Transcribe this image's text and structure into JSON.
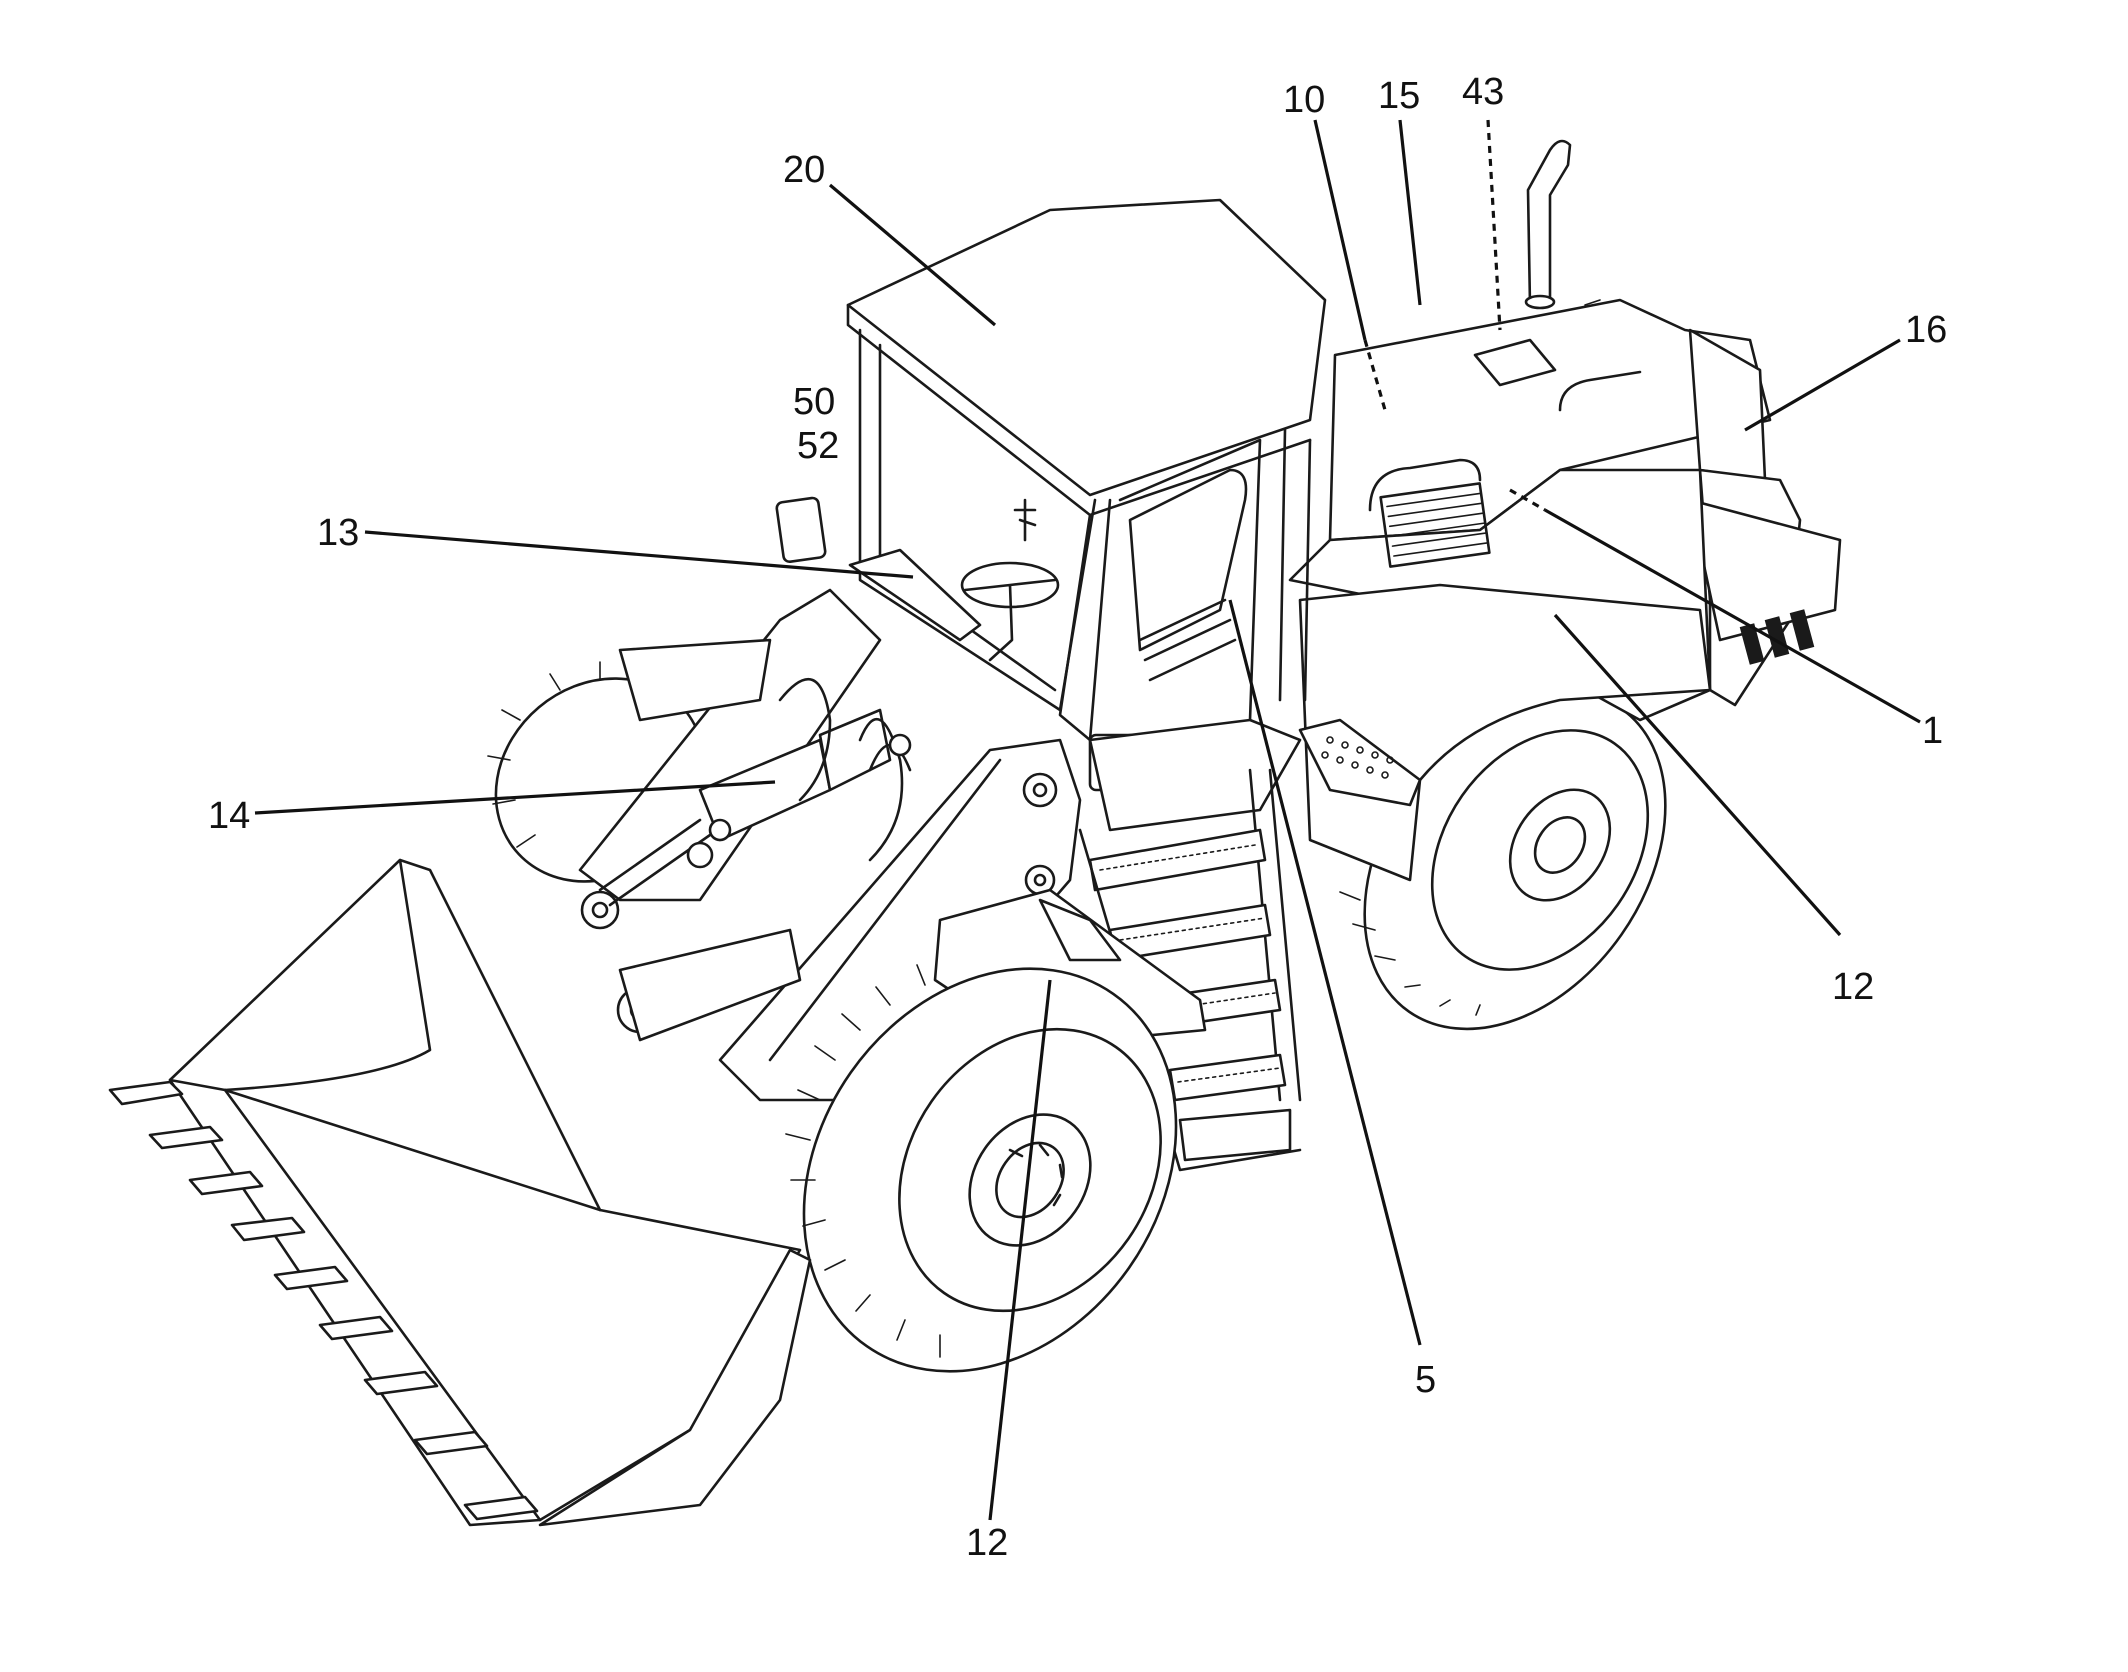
{
  "callouts": {
    "c20": "20",
    "c10": "10",
    "c15": "15",
    "c43": "43",
    "c16": "16",
    "c50": "50",
    "c52": "52",
    "c13": "13",
    "c14": "14",
    "c1": "1",
    "c12_right": "12",
    "c5": "5",
    "c12_bottom": "12"
  }
}
